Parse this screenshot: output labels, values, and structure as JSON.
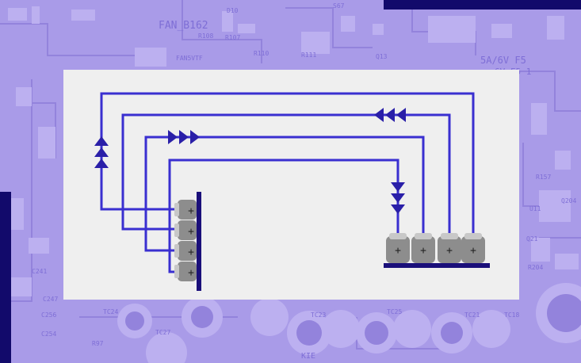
{
  "colors": {
    "board_background": "#a99be8",
    "board_traces": "#9383dc",
    "board_components": "#bcb0f0",
    "paper": "#efefef",
    "wire": "#3a2fd0",
    "dark_accent": "#120a6b",
    "battery_body": "#8d8d8d",
    "battery_cap": "#c8c8c8",
    "terminal_bar": "#1a0f7a"
  },
  "board_labels": {
    "fan": "FAN_B162",
    "fan_small": "FAN5VTF",
    "cap_f5": "5A/6V F5",
    "cap_f5b": "6V F5 1",
    "d10": "D10",
    "r107": "R107",
    "r108": "R108",
    "r110": "R110",
    "r111": "R111",
    "q13": "Q13",
    "s67": "S67",
    "u11": "U11",
    "r157": "R157",
    "q21": "Q21",
    "r204": "R204",
    "q204": "Q204",
    "tc24": "TC24",
    "tc27": "TC27",
    "tc23": "TC23",
    "tc25": "TC25",
    "tc21": "TC21",
    "tc18": "TC18",
    "c247": "C247",
    "c256": "C256",
    "c254": "C254",
    "c241": "C241",
    "r97": "R97",
    "kie": "KIE"
  },
  "batteries": {
    "left_stack_count": 4,
    "right_row_count": 4,
    "symbol": "+"
  },
  "arrows": {
    "icon": "triangle-arrow-icon",
    "per_group": 3,
    "groups": [
      "up",
      "right",
      "left",
      "down"
    ]
  }
}
